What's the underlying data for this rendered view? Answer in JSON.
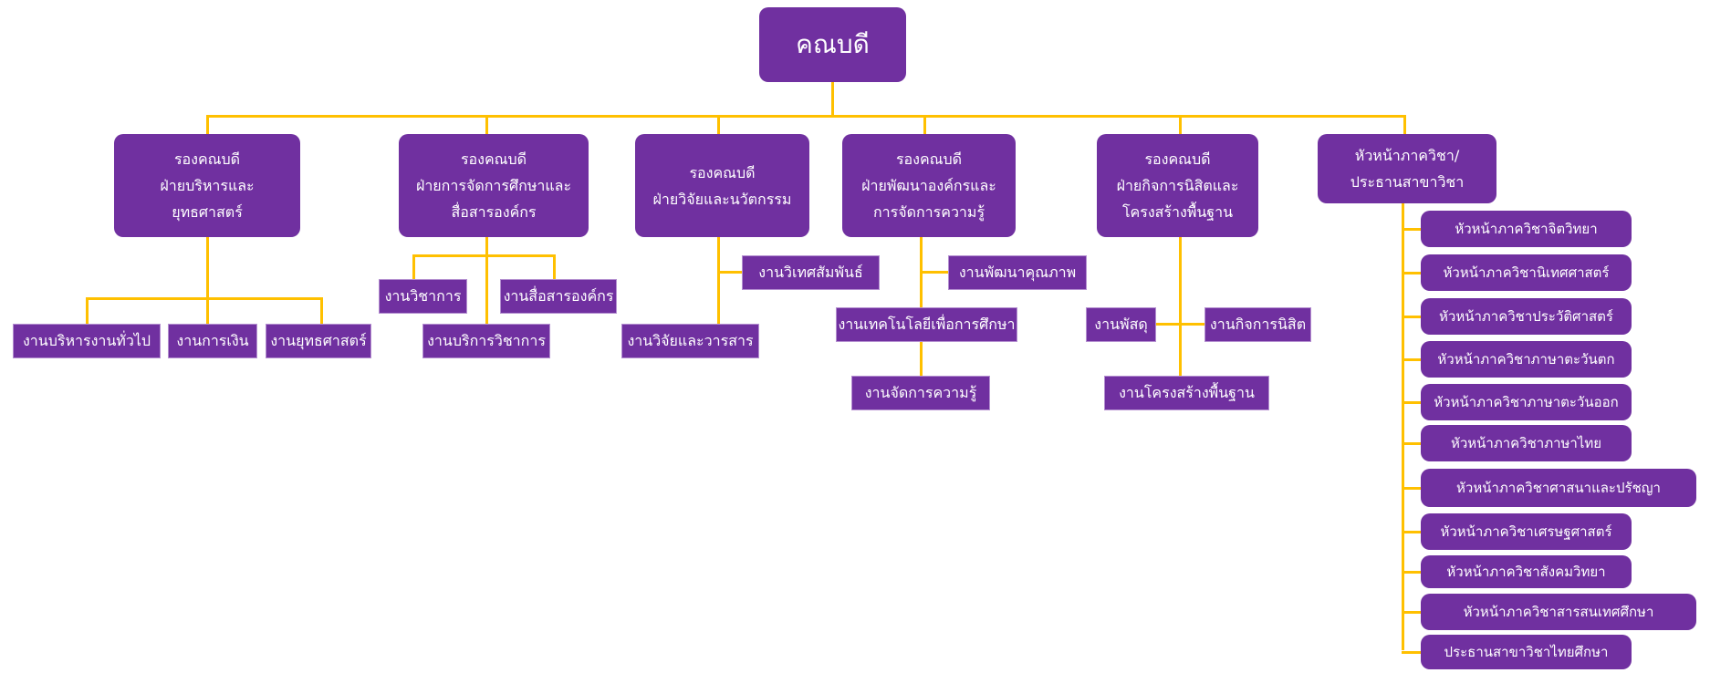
{
  "colors": {
    "box_fill": "#7030a0",
    "box_text": "#ffffff",
    "connector": "#ffc000",
    "background": "#ffffff"
  },
  "dean": {
    "label": "คณบดี"
  },
  "managers": [
    {
      "lines": [
        "รองคณบดี",
        "ฝ่ายบริหารและ",
        "ยุทธศาสตร์"
      ],
      "units": [
        "งานบริหารงานทั่วไป",
        "งานการเงิน",
        "งานยุทธศาสตร์"
      ]
    },
    {
      "lines": [
        "รองคณบดี",
        "ฝ่ายการจัดการศึกษาและ",
        "สื่อสารองค์กร"
      ],
      "units": [
        "งานวิชาการ",
        "งานสื่อสารองค์กร",
        "งานบริการวิชาการ"
      ]
    },
    {
      "lines": [
        "รองคณบดี",
        "ฝ่ายวิจัยและนวัตกรรม"
      ],
      "units": [
        "งานวิเทศสัมพันธ์",
        "งานวิจัยและวารสาร"
      ]
    },
    {
      "lines": [
        "รองคณบดี",
        "ฝ่ายพัฒนาองค์กรและ",
        "การจัดการความรู้"
      ],
      "units": [
        "งานพัฒนาคุณภาพ",
        "งานเทคโนโลยีเพื่อการศึกษา",
        "งานจัดการความรู้"
      ]
    },
    {
      "lines": [
        "รองคณบดี",
        "ฝ่ายกิจการนิสิตและ",
        "โครงสร้างพื้นฐาน"
      ],
      "units": [
        "งานพัสดุ",
        "งานกิจการนิสิต",
        "งานโครงสร้างพื้นฐาน"
      ]
    },
    {
      "lines": [
        "หัวหน้าภาควิชา/",
        "ประธานสาขาวิชา"
      ],
      "units": []
    }
  ],
  "departments": [
    "หัวหน้าภาควิชาจิตวิทยา",
    "หัวหน้าภาควิชานิเทศศาสตร์",
    "หัวหน้าภาควิชาประวัติศาสตร์",
    "หัวหน้าภาควิชาภาษาตะวันตก",
    "หัวหน้าภาควิชาภาษาตะวันออก",
    "หัวหน้าภาควิชาภาษาไทย",
    "หัวหน้าภาควิชาศาสนาและปรัชญา",
    "หัวหน้าภาควิชาเศรษฐศาสตร์",
    "หัวหน้าภาควิชาสังคมวิทยา",
    "หัวหน้าภาควิชาสารสนเทศศึกษา",
    "ประธานสาขาวิชาไทยศึกษา"
  ]
}
